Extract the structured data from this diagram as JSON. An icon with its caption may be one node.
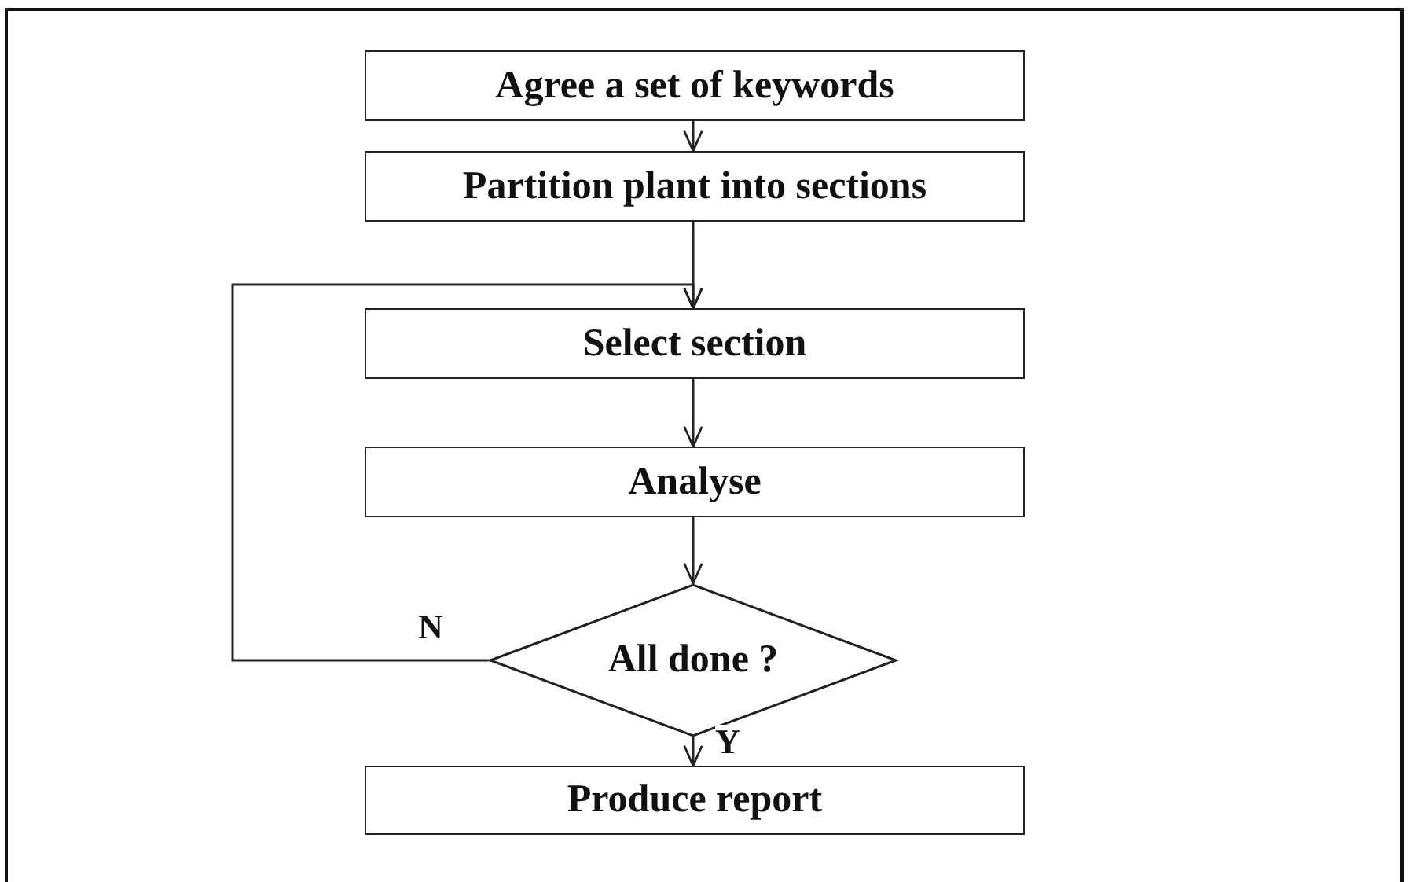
{
  "diagram": {
    "nodes": [
      {
        "text": [
          "Agree a set of keywords"
        ]
      },
      {
        "text": [
          "Partition plant into sections"
        ]
      },
      {
        "text": [
          "Select section"
        ]
      },
      {
        "text": [
          "Analyse"
        ]
      },
      {
        "text": [
          "All done ?"
        ]
      },
      {
        "text": [
          "Produce report"
        ]
      }
    ],
    "edges": [
      {
        "from": 0,
        "to": 1,
        "arrow": "to"
      },
      {
        "from": 1,
        "to": 2,
        "arrow": "to"
      },
      {
        "from": 2,
        "to": 3,
        "arrow": "to"
      },
      {
        "from": 3,
        "to": 4,
        "arrow": "to"
      },
      {
        "from": 4,
        "to": 5,
        "arrow": "to",
        "label": "Y"
      },
      {
        "from": 4,
        "to": 2,
        "arrow": "to",
        "label": "N"
      }
    ]
  }
}
